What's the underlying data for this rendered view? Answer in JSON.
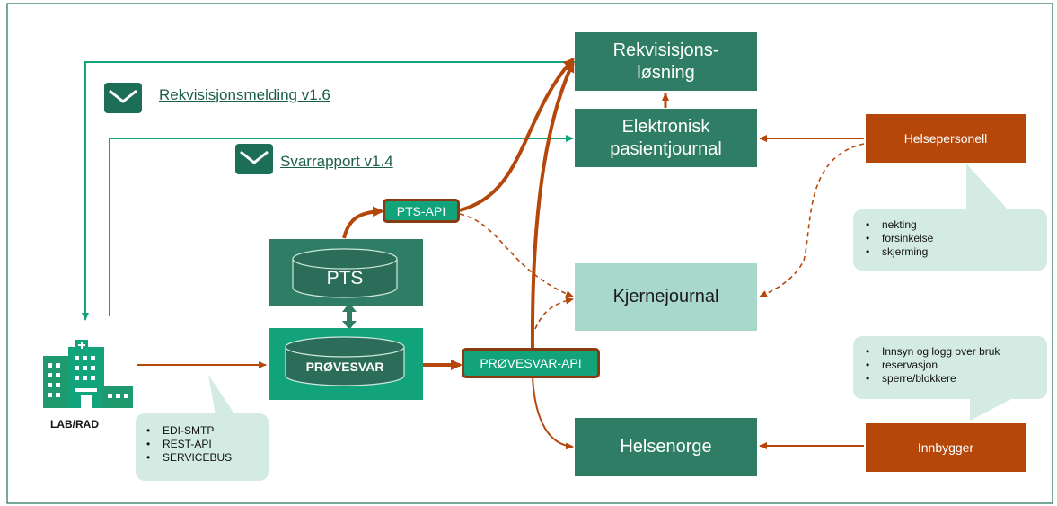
{
  "nodes": {
    "rekvisisjon": [
      "Rekvisisjons-",
      "løsning"
    ],
    "epj": [
      "Elektronisk",
      "pasientjournal"
    ],
    "kjernejournal": "Kjernejournal",
    "helsenorge": "Helsenorge",
    "helsepersonell": "Helsepersonell",
    "innbygger": "Innbygger",
    "pts": "PTS",
    "provesvar": "PRØVESVAR",
    "pts_api": "PTS-API",
    "provesvar_api": "PRØVESVAR-API",
    "lab": "LAB/RAD"
  },
  "messages": {
    "rekvisisjonsmelding": "Rekvisisjonsmelding v1.6",
    "svarrapport": "Svarrapport v1.4"
  },
  "bubbles": {
    "lab_protocols": [
      "EDI-SMTP",
      "REST-API",
      "SERVICEBUS"
    ],
    "helsepersonell_actions": [
      "nekting",
      "forsinkelse",
      "skjerming"
    ],
    "innbygger_actions": [
      "Innsyn og logg over bruk",
      "reservasjon",
      "sperre/blokkere"
    ]
  },
  "colors": {
    "teal_line": "#13a37a",
    "orange_line": "#b5470b",
    "dark_green": "#2e7d64",
    "light_green": "#a8d8cc"
  },
  "icons": {
    "mail": "envelope-icon",
    "hospital": "hospital-building-icon"
  }
}
